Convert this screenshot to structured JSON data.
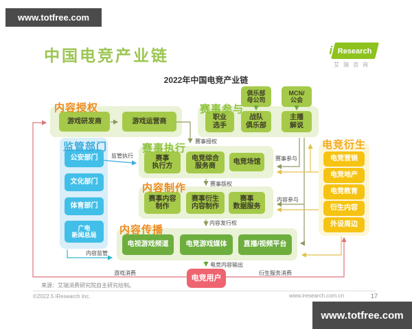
{
  "watermark": {
    "text": "www.totfree.com"
  },
  "header": {
    "title": "中国电竞产业链",
    "logo_i": "i",
    "logo_text": "Research",
    "logo_cn": "艾瑞咨询"
  },
  "diagram": {
    "subtitle": "2022年中国电竞产业链",
    "content_license": {
      "title": "内容授权",
      "boxes": [
        "游戏研发商",
        "游戏运营商"
      ]
    },
    "event_participation": {
      "title": "赛事参与",
      "top_boxes": [
        "俱乐部\n母公司",
        "MCN/\n公会"
      ],
      "boxes": [
        "职业\n选手",
        "战队\n俱乐部",
        "主播\n解说"
      ]
    },
    "regulators": {
      "title": "监管部门",
      "boxes": [
        "公安部门",
        "文化部门",
        "体育部门",
        "广电\n新闻总局"
      ]
    },
    "event_execution": {
      "title": "赛事执行",
      "boxes": [
        "赛事\n执行方",
        "电竞综合\n服务商",
        "电竞场馆"
      ]
    },
    "content_production": {
      "title": "内容制作",
      "boxes": [
        "赛事内容\n制作",
        "赛事衍生\n内容制作",
        "赛事\n数据服务"
      ]
    },
    "derivatives": {
      "title": "电竞衍生",
      "boxes": [
        "电竞营销",
        "电竞地产",
        "电竞教育",
        "衍生内容",
        "外设周边"
      ]
    },
    "distribution": {
      "title": "内容传播",
      "boxes": [
        "电视游戏频道",
        "电竞游戏媒体",
        "直播/视频平台"
      ]
    },
    "user": "电竞用户",
    "edges": {
      "event_license": "赛事授权",
      "regulation_exec": "监管执行",
      "event_copyright": "赛事版权",
      "event_participate": "赛事参与",
      "content_participate": "内容参与",
      "distribution_right": "内容发行权",
      "content_regulation": "内容监管",
      "content_output": "电竞内容输出",
      "game_consumption": "游戏消费",
      "derivative_consumption": "衍生服务消费"
    }
  },
  "footer": {
    "source": "来源：艾瑞消费研究院自主研究绘制。",
    "copyright": "©2022.5 iResearch Inc.",
    "site": "www.iresearch.com.cn",
    "page": "17"
  },
  "palette": {
    "title_green": "#9cc653",
    "orange": "#ef8a1e",
    "green": "#8fc33c",
    "blue": "#39aade",
    "gold_box": "#f6c313",
    "cyan_box": "#41bfe8",
    "green_box": "#a5ca49",
    "dark_green_box": "#6dae3e",
    "user_red": "#ee6470",
    "pink_line": "#d9767f",
    "yellow_line": "#e2c14b",
    "olive_line": "#8e9a5e"
  }
}
